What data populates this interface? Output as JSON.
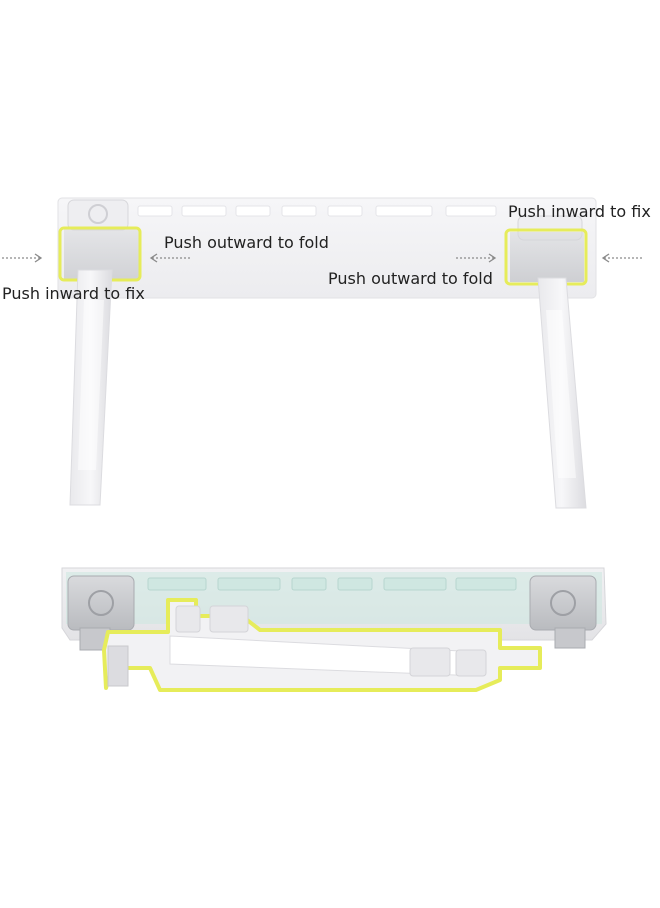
{
  "annotations": {
    "left_push_inward": "Push inward to fix",
    "left_push_outward": "Push outward to fold",
    "right_push_inward": "Push inward to fix",
    "right_push_outward": "Push outward to fold"
  },
  "colors": {
    "highlight": "#e6ec5a",
    "stand_body": "#f4f4f6",
    "stand_edge": "#dedee2",
    "hinge_gray": "#c9cbcf",
    "mint_accent": "#cfe7e1",
    "arrow": "#8a8a8a"
  },
  "icons": {
    "arrow_left": "dotted-arrow-right-icon",
    "arrow_right": "dotted-arrow-left-icon"
  }
}
